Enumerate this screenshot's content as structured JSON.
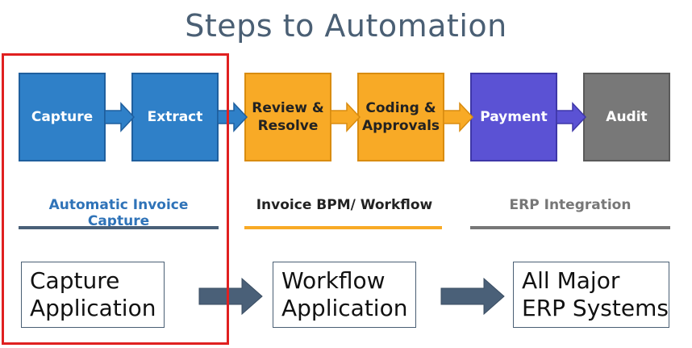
{
  "title": "Steps to Automation",
  "steps": [
    {
      "label": "Capture"
    },
    {
      "label": "Extract"
    },
    {
      "label_lines": [
        "Review &",
        "Resolve"
      ]
    },
    {
      "label_lines": [
        "Coding &",
        "Approvals"
      ]
    },
    {
      "label": "Payment"
    },
    {
      "label": "Audit"
    }
  ],
  "sections": [
    {
      "label": "Automatic Invoice Capture",
      "color": "#2f73b8"
    },
    {
      "label": "Invoice BPM/ Workflow",
      "color": "#f8aa26"
    },
    {
      "label": "ERP Integration",
      "color": "#777777"
    }
  ],
  "applications": [
    {
      "lines": [
        "Capture",
        "Application"
      ]
    },
    {
      "lines": [
        "Workflow",
        "Application"
      ]
    },
    {
      "lines": [
        "All Major",
        "ERP Systems"
      ]
    }
  ],
  "colors": {
    "blue": "#2f80c8",
    "orange": "#f8aa26",
    "purple": "#5b52d4",
    "gray": "#787878",
    "highlight": "#e02020",
    "connector_arrow": "#4a6078"
  }
}
